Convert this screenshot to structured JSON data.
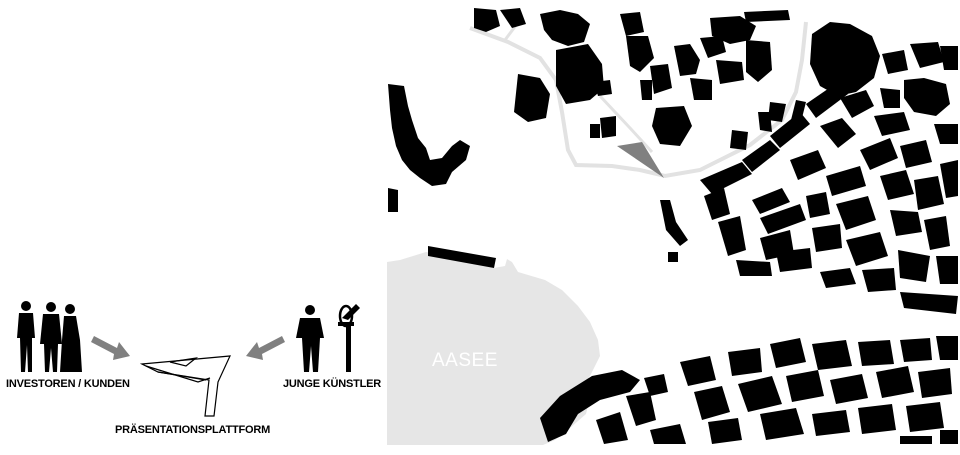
{
  "labels": {
    "investors": "INVESTOREN / KUNDEN",
    "artists": "JUNGE KÜNSTLER",
    "platform": "PRÄSENTATIONSPLATTFORM",
    "lake": "AASEE"
  },
  "colors": {
    "buildings": "#000000",
    "lake": "#e6e6e6",
    "arrows": "#808080",
    "background": "#ffffff",
    "path": "#e2e2e2"
  },
  "icons": {
    "investors": "business-people-silhouettes-icon",
    "artists": "artist-with-sculpture-icon",
    "platform": "platform-outline-icon",
    "location": "location-pointer-icon"
  }
}
